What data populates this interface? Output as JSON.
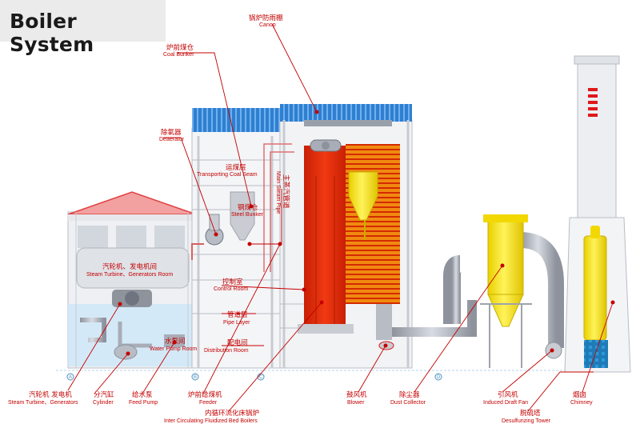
{
  "title": "Boiler System",
  "colors": {
    "label": "#c40000",
    "canopy": "#2f7fd0",
    "boiler": "#e02a0a",
    "hopper": "#f5e200",
    "pipe": "#a9adb7",
    "structure": "#c8ccd2",
    "water": "#cfe8f7"
  },
  "axis_marks": [
    "A",
    "B",
    "C",
    "D"
  ],
  "labels": {
    "canopy": {
      "cn": "锅炉防雨棚",
      "en": "Canop"
    },
    "coal_bunker": {
      "cn": "炉前煤仓",
      "en": "Coal Bunker"
    },
    "deaerator": {
      "cn": "除氧器",
      "en": "Deaerator"
    },
    "coal_seam": {
      "cn": "运煤层",
      "en": "Transporting Coal Seam"
    },
    "steel_bunker": {
      "cn": "钢煤仓",
      "en": "Steel Bunker"
    },
    "steam_pipe": {
      "cn": "主蒸汽管道",
      "en": "Main Steam Pipe"
    },
    "turbine_room": {
      "cn": "汽轮机、发电机间",
      "en": "Steam Turbine、Generators Room"
    },
    "control_room": {
      "cn": "控制室",
      "en": "Control Room"
    },
    "pipe_layer": {
      "cn": "管道层",
      "en": "Pipe Layer"
    },
    "water_pump_room": {
      "cn": "水泵间",
      "en": "Water Pump Room"
    },
    "distribution_room": {
      "cn": "配电间",
      "en": "Distribution Room"
    },
    "turbine_gen": {
      "cn": "汽轮机 发电机",
      "en": "Steam Turbine、Generators"
    },
    "cylinder": {
      "cn": "分汽缸",
      "en": "Cylinder"
    },
    "feed_pump": {
      "cn": "给水泵",
      "en": "Feed Pump"
    },
    "feeder": {
      "cn": "炉前给煤机",
      "en": "Feeder"
    },
    "cfb_boiler": {
      "cn": "内循环流化床锅炉",
      "en": "Inter Circulating Fluidized Bed Boilers"
    },
    "blower": {
      "cn": "鼓风机",
      "en": "Blower"
    },
    "dust_collector": {
      "cn": "除尘器",
      "en": "Dust Collector"
    },
    "draft_fan": {
      "cn": "引风机",
      "en": "Induced Draft Fan"
    },
    "desulfurizing": {
      "cn": "脱硫塔",
      "en": "Desulfurizing Tower"
    },
    "chimney": {
      "cn": "烟囱",
      "en": "Chimney"
    }
  }
}
